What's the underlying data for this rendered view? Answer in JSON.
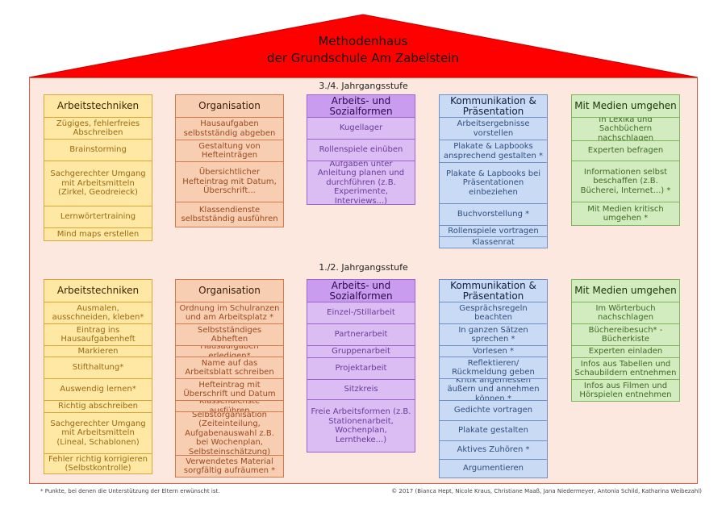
{
  "title": {
    "line1": "Methodenhaus",
    "line2": "der Grundschule Am Zabelstein"
  },
  "colors": {
    "roof": "#ff0000",
    "house_bg": "#fde8df",
    "house_border": "#e35b45"
  },
  "levels": [
    {
      "label": "3./4. Jahrgangsstufe",
      "columns": [
        {
          "header": "Arbeitstechniken",
          "items": [
            "Zügiges, fehlerfreies Abschreiben",
            "Brainstorming",
            "Sachgerechter Umgang mit Arbeitsmitteln (Zirkel, Geodreieck)",
            "Lernwörtertraining",
            "Mind maps erstellen"
          ]
        },
        {
          "header": "Organisation",
          "items": [
            "Hausaufgaben selbstständig abgeben",
            "Gestaltung von Hefteinträgen",
            "Übersichtlicher Hefteintrag mit Datum, Überschrift...",
            "Klassendienste selbstständig ausführen"
          ]
        },
        {
          "header": "Arbeits- und Sozialformen",
          "items": [
            "Kugellager",
            "Rollenspiele einüben",
            "Aufgaben unter Anleitung planen und durchführen (z.B. Experimente, Interviews...)"
          ]
        },
        {
          "header": "Kommunikation & Präsentation",
          "items": [
            "Arbeitsergebnisse vorstellen",
            "Plakate & Lapbooks ansprechend gestalten *",
            "Plakate & Lapbooks bei Präsentationen einbeziehen",
            "Buchvorstellung *",
            "Rollenspiele vortragen",
            "Klassenrat"
          ]
        },
        {
          "header": "Mit Medien umgehen",
          "items": [
            "In Lexika und Sachbüchern nachschlagen",
            "Experten befragen",
            "Informationen selbst beschaffen (z.B. Bücherei, Internet...) *",
            "Mit Medien kritisch umgehen *"
          ]
        }
      ]
    },
    {
      "label": "1./2. Jahrgangsstufe",
      "columns": [
        {
          "header": "Arbeitstechniken",
          "items": [
            "Ausmalen, ausschneiden, kleben*",
            "Eintrag ins Hausaufgabenheft",
            "Markieren",
            "Stifthaltung*",
            "Auswendig lernen*",
            "Richtig abschreiben",
            "Sachgerechter Umgang mit Arbeitsmitteln (Lineal, Schablonen)",
            "Fehler richtig korrigieren (Selbstkontrolle)"
          ]
        },
        {
          "header": "Organisation",
          "items": [
            "Ordnung im Schulranzen und am Arbeitsplatz *",
            "Selbstständiges Abheften",
            "Hausaufgaben erledigen*",
            "Name auf das Arbeitsblatt schreiben",
            "Hefteintrag mit Überschrift und Datum",
            "Klassendienste ausführen",
            "Selbstorganisation (Zeiteinteilung, Aufgabenauswahl z.B. bei Wochenplan, Selbsteinschätzung)",
            "Verwendetes Material sorgfältig aufräumen *"
          ]
        },
        {
          "header": "Arbeits- und Sozialformen",
          "items": [
            "Einzel-/Stillarbeit",
            "Partnerarbeit",
            "Gruppenarbeit",
            "Projektarbeit",
            "Sitzkreis",
            "Freie Arbeitsformen (z.B. Stationenarbeit, Wochenplan, Lerntheke...)"
          ]
        },
        {
          "header": "Kommunikation & Präsentation",
          "items": [
            "Gesprächsregeln beachten",
            "In ganzen Sätzen sprechen *",
            "Vorlesen *",
            "Reflektieren/ Rückmeldung geben",
            "Kritik angemessen äußern und annehmen können *",
            "Gedichte vortragen",
            "Plakate gestalten",
            "Aktives Zuhören *",
            "Argumentieren"
          ]
        },
        {
          "header": "Mit Medien umgehen",
          "items": [
            "Im Wörterbuch nachschlagen",
            "Büchereibesuch* - Bücherkiste",
            "Experten einladen",
            "Infos aus Tabellen und Schaubildern entnehmen",
            "Infos aus Filmen und Hörspielen entnehmen"
          ]
        }
      ]
    }
  ],
  "footer": {
    "note": "* Punkte, bei denen die Unterstützung der Eltern erwünscht ist.",
    "credits": "© 2017 (Bianca Hept, Nicole Kraus, Christiane Maaß, Jana Niedermeyer, Antonia Schild, Katharina Weibezahl)"
  }
}
